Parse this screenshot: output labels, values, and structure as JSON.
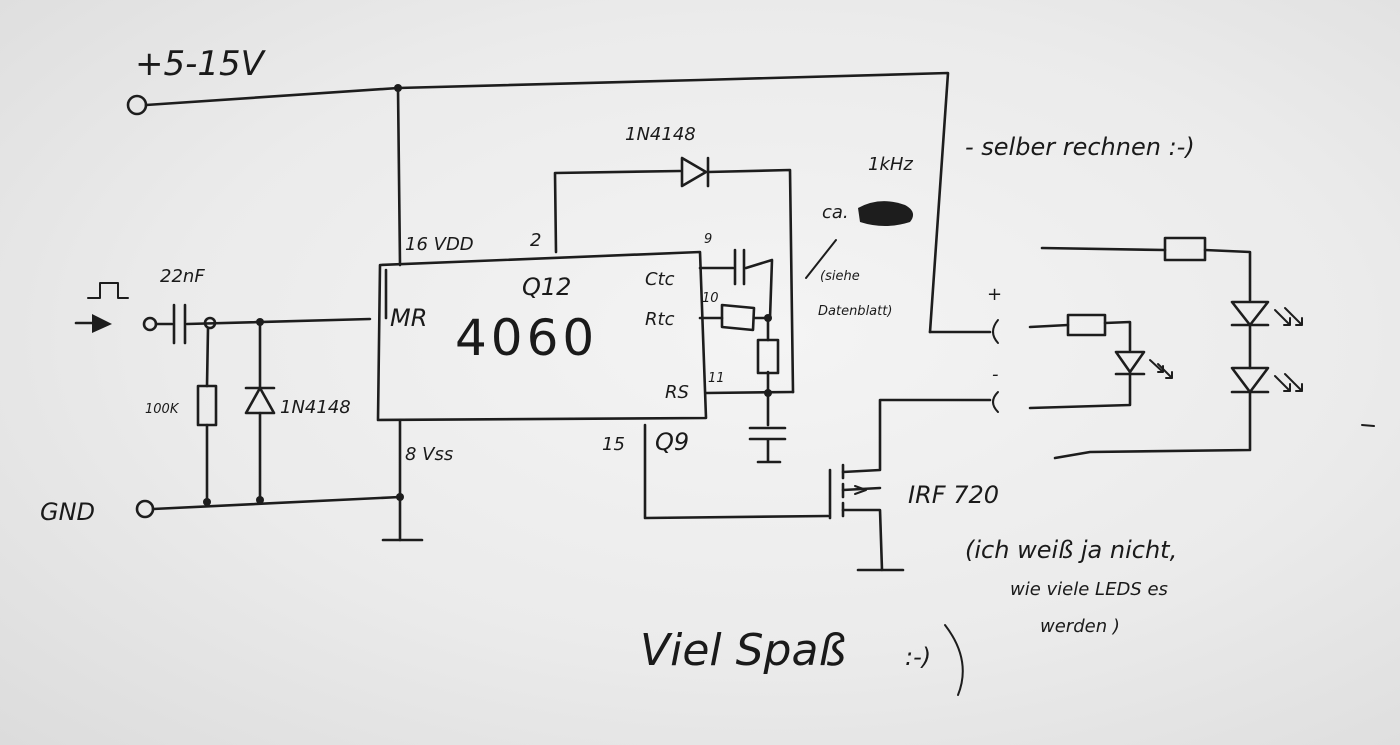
{
  "supply": {
    "label": "+5-15V"
  },
  "ground": {
    "label": "GND"
  },
  "input": {
    "capacitor": "22nF",
    "resistor": "100K",
    "diode": "1N4148"
  },
  "chip": {
    "name": "4060",
    "pin_vdd": "16 VDD",
    "pin_vss": "8 Vss",
    "pin_mr": "MR",
    "pin_2": "2",
    "pin_q12": "Q12",
    "pin_ctc": "Ctc",
    "pin_rtc": "Rtc",
    "pin_rs": "RS",
    "pin_9": "9",
    "pin_10": "10",
    "pin_11": "11",
    "pin_15": "15",
    "pin_q9": "Q9"
  },
  "feedback_diode": "1N4148",
  "freq_note": {
    "freq": "1kHz",
    "approx": "ca.",
    "siehe": "(siehe",
    "datenblatt": "Datenblatt)"
  },
  "self_calc": "- selber rechnen :-)",
  "output": {
    "plus": "+",
    "minus": "-",
    "mosfet": "IRF 720"
  },
  "led_note": {
    "line1": "(ich weiß ja nicht,",
    "line2": "wie viele LEDS es",
    "line3": "werden )"
  },
  "signoff": {
    "text": "Viel Spaß",
    "smiley": ":-)"
  }
}
